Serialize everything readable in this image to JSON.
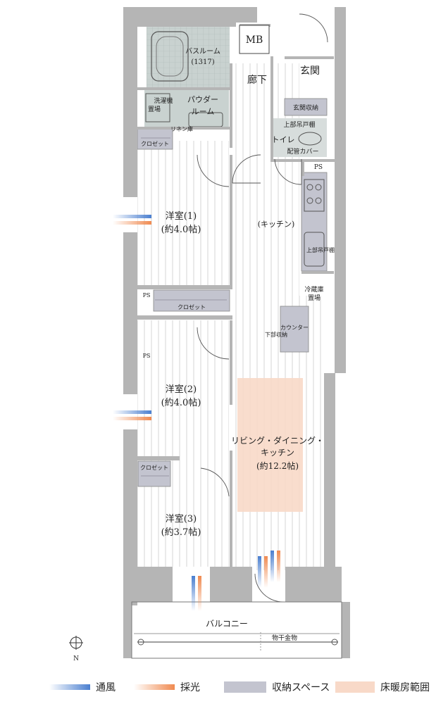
{
  "rooms": {
    "mb": "MB",
    "genkan": "玄関",
    "genkan_storage": "玄関収納",
    "bathroom": "バスルーム",
    "bathroom_size": "(1317)",
    "powder_1": "パウダー",
    "powder_2": "ルーム",
    "washer_1": "洗濯機",
    "washer_2": "置場",
    "linen": "リネン庫",
    "corridor": "廊下",
    "upper_cabinet": "上部吊戸棚",
    "toilet": "トイレ",
    "pipe_cover": "配管カバー",
    "ps": "PS",
    "kitchen": "(キッチン)",
    "kitchen_upper_cabinet": "上部吊戸棚",
    "fridge_1": "冷蔵庫",
    "fridge_2": "置場",
    "counter": "カウンター",
    "lower_storage": "下部収納",
    "closet": "クロゼット",
    "room1_name": "洋室(1)",
    "room1_size": "(約4.0帖)",
    "room2_name": "洋室(2)",
    "room2_size": "(約4.0帖)",
    "room3_name": "洋室(3)",
    "room3_size": "(約3.7帖)",
    "ldk_1": "リビング・ダイニング・",
    "ldk_2": "キッチン",
    "ldk_size": "(約12.2帖)",
    "balcony": "バルコニー",
    "clothes_pole": "物干金物",
    "north": "N"
  },
  "legend": {
    "ventilation": "通風",
    "daylight": "採光",
    "storage": "収納スペース",
    "floor_heating": "床暖房範囲"
  },
  "colors": {
    "wall": "#b5b5b5",
    "storage": "#c3c4cf",
    "wet_area": "#c9d2d0",
    "floor_heating": "#f8d9c8",
    "ventilation": "#4a7fd0",
    "daylight": "#f08a50"
  }
}
